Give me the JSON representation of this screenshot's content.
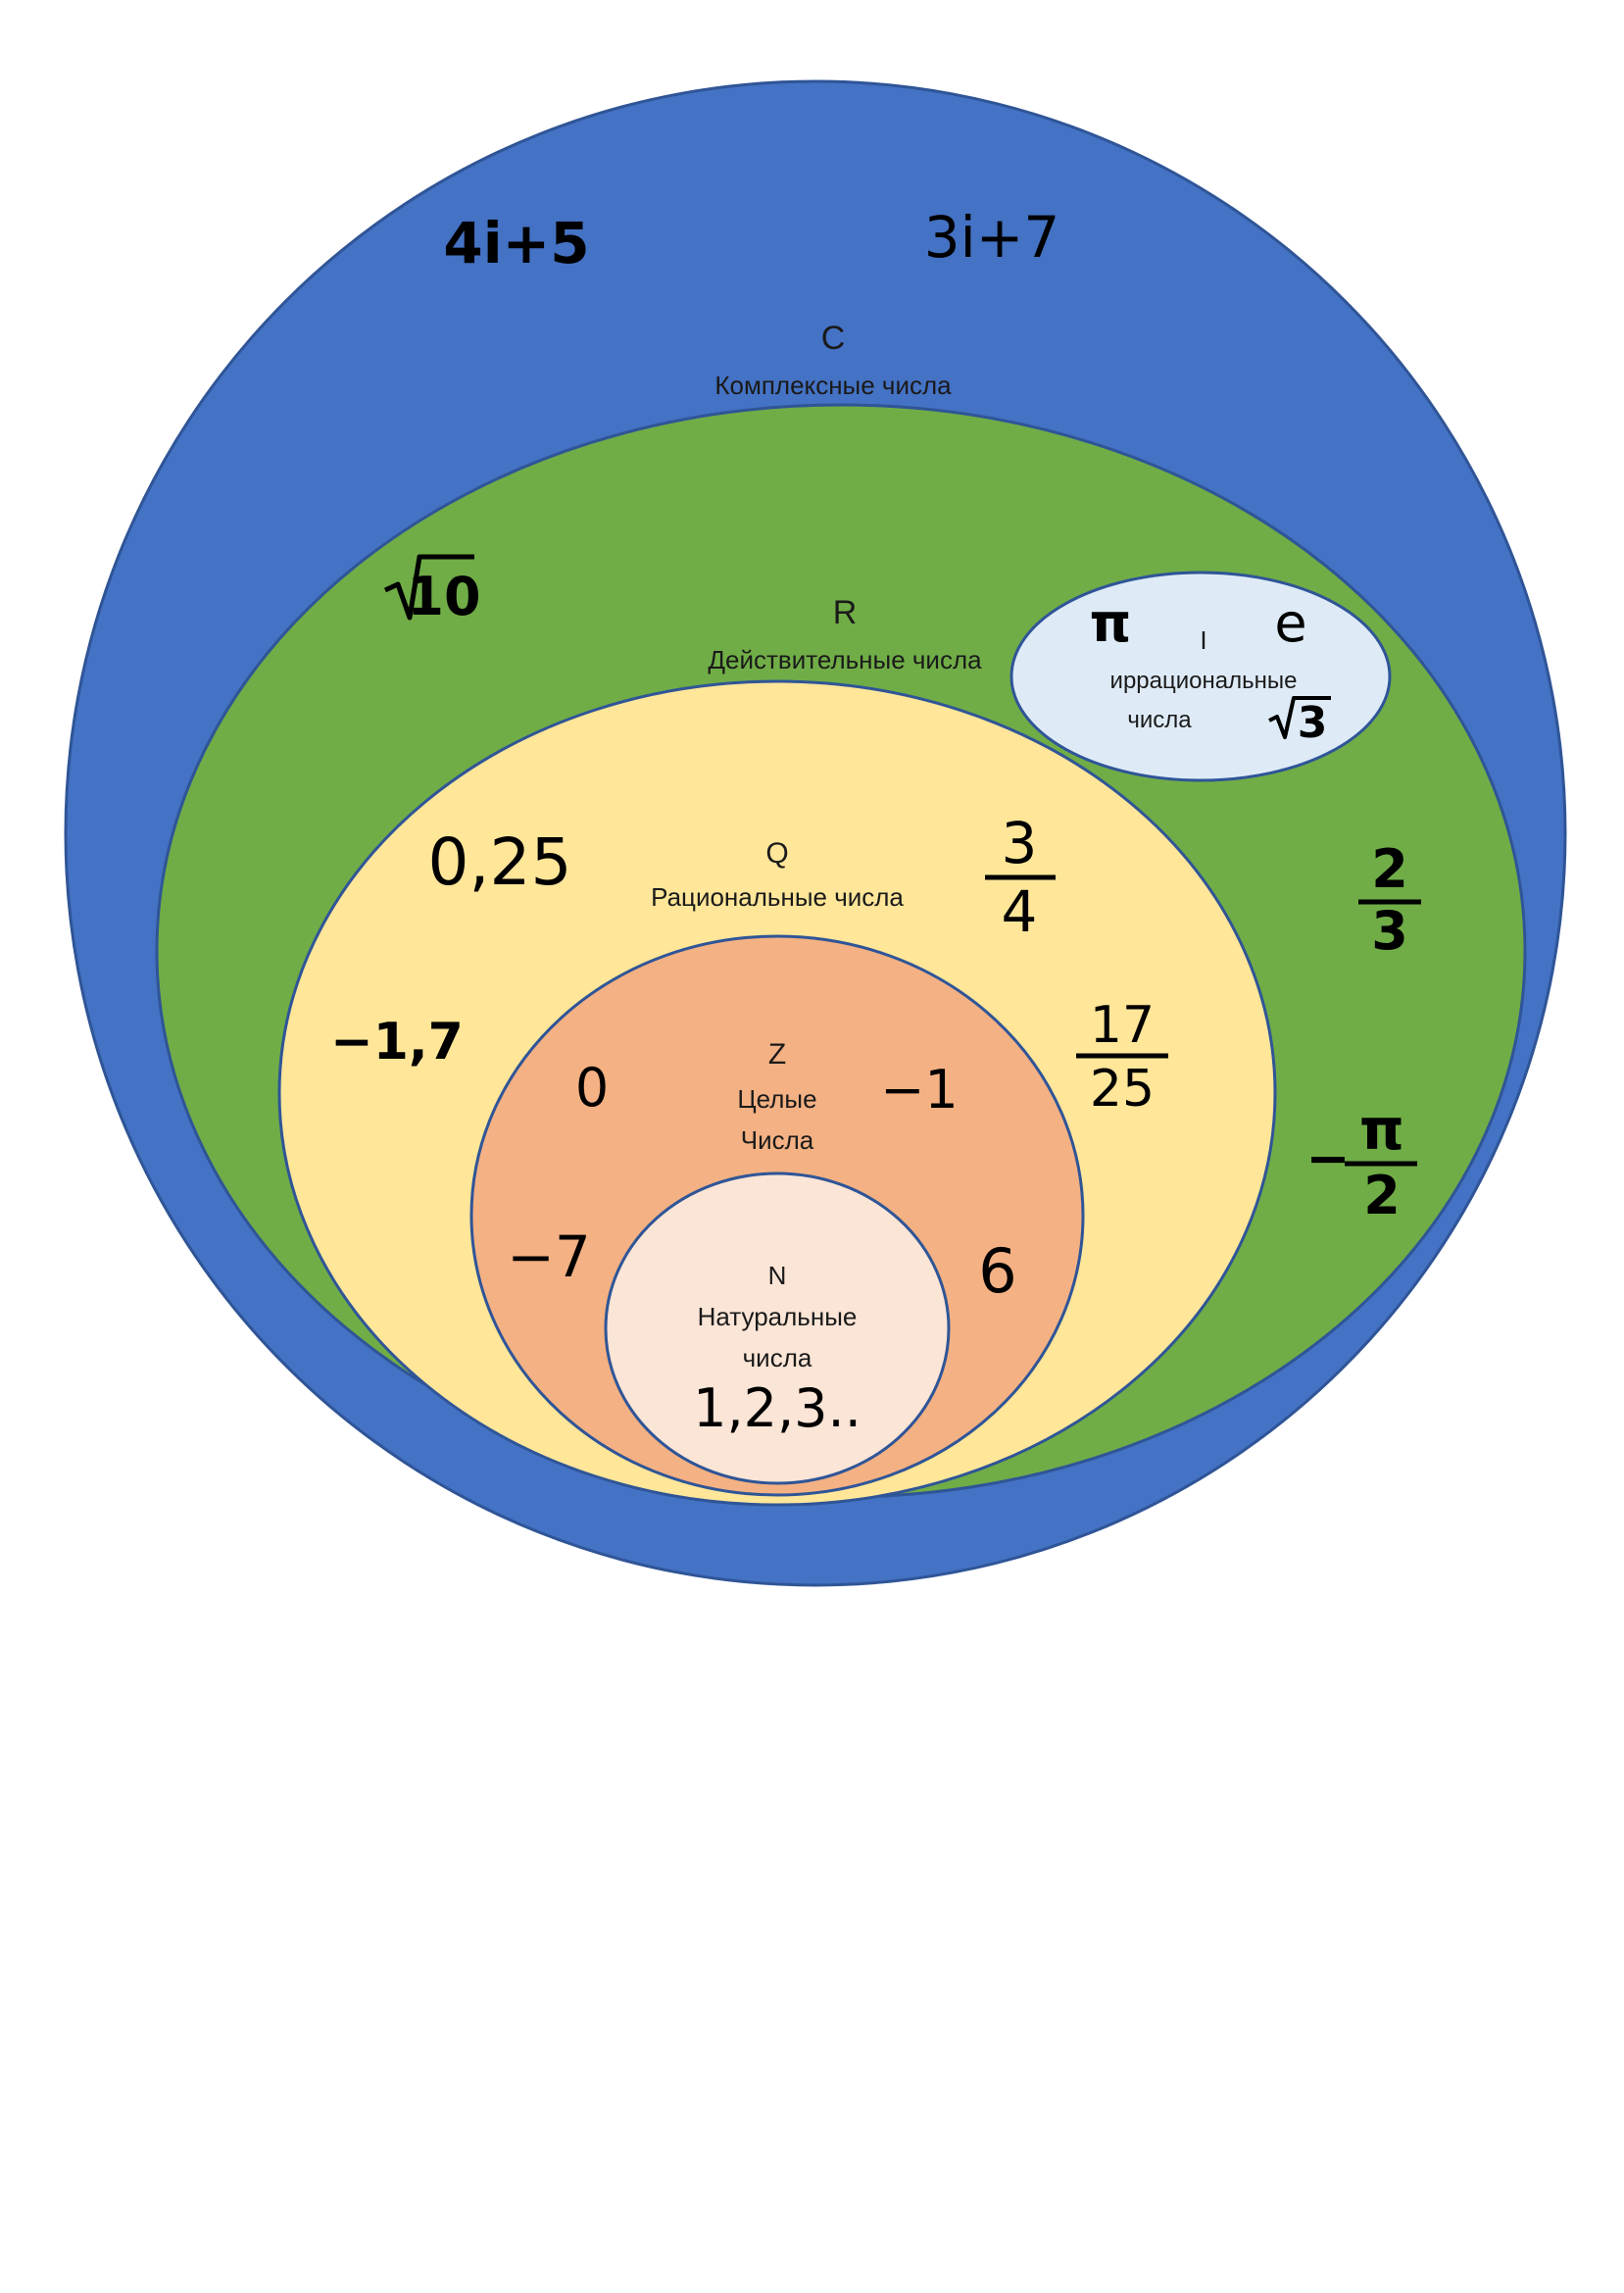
{
  "colors": {
    "complex": "#4472c4",
    "real": "#70ad47",
    "rational": "#ffe699",
    "integer": "#f4b183",
    "natural": "#fbe5d6",
    "irrational": "#deebf7",
    "outline": "#2f5597"
  },
  "sets": {
    "complex": {
      "symbol": "C",
      "name": "Комплексные числа"
    },
    "real": {
      "symbol": "R",
      "name": "Действительные числа"
    },
    "irrational": {
      "symbol": "I",
      "name_line1": "иррациональные",
      "name_line2": "числа"
    },
    "rational": {
      "symbol": "Q",
      "name": "Рациональные числа"
    },
    "integer": {
      "symbol": "Z",
      "name_line1": "Целые",
      "name_line2": "Числа"
    },
    "natural": {
      "symbol": "N",
      "name_line1": "Натуральные",
      "name_line2": "числа"
    }
  },
  "examples": {
    "complex_a": "4i+5",
    "complex_b": "3i+7",
    "real_sqrt10": "10",
    "real_two_thirds": {
      "num": "2",
      "den": "3"
    },
    "real_minus_pi_half": {
      "sign": "−",
      "num": "π",
      "den": "2"
    },
    "irr_pi": "π",
    "irr_e": "e",
    "irr_sqrt3": "3",
    "rat_decimal": "0,25",
    "rat_negative": "−1,7",
    "rat_three_quarters": {
      "num": "3",
      "den": "4"
    },
    "rat_seventeen": {
      "num": "17",
      "den": "25"
    },
    "int_zero": "0",
    "int_minus_one": "−1",
    "int_minus_seven": "−7",
    "int_six": "6",
    "nat_list": "1,2,3.."
  }
}
